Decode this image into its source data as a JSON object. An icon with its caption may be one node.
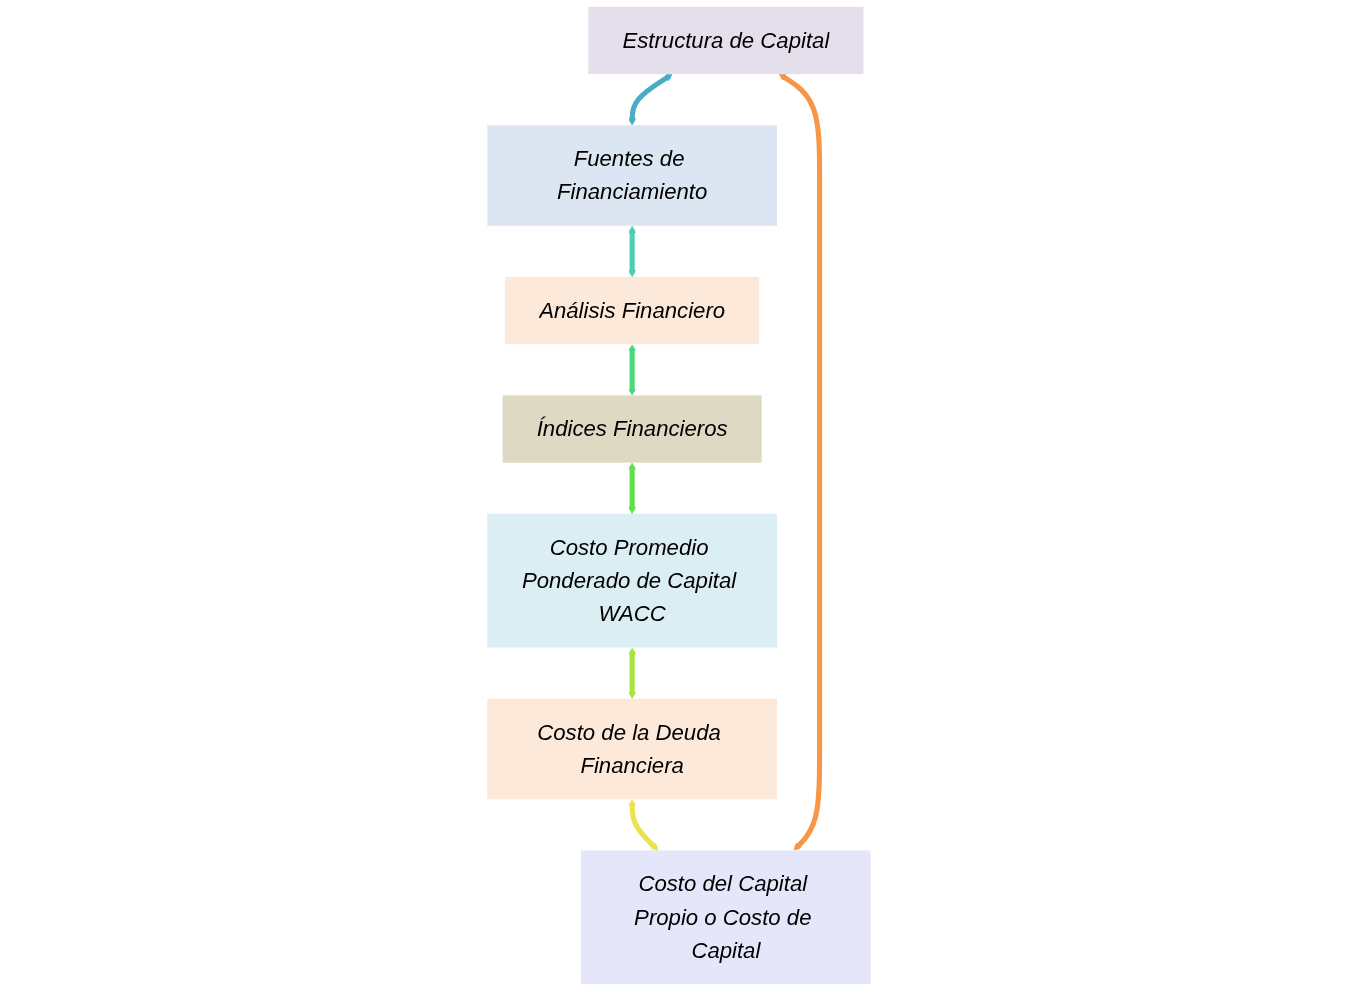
{
  "diagram": {
    "nodes": [
      {
        "text": [
          "Estructura de Capital"
        ]
      },
      {
        "text": [
          "Fuentes de Financiamiento"
        ]
      },
      {
        "text": [
          "Análisis Financiero"
        ]
      },
      {
        "text": [
          "Índices Financieros"
        ]
      },
      {
        "text": [
          "Costo Promedio Ponderado de Capital WACC"
        ]
      },
      {
        "text": [
          "Costo de la Deuda Financiera"
        ]
      },
      {
        "text": [
          "Costo del Capital Propio o Costo de Capital"
        ]
      }
    ],
    "edges": [
      {
        "from": 0,
        "to": 1,
        "arrow": "both",
        "color": "#4bacc6"
      },
      {
        "from": 1,
        "to": 2,
        "arrow": "both",
        "color": "#4bcfb0"
      },
      {
        "from": 2,
        "to": 3,
        "arrow": "both",
        "color": "#4cd977"
      },
      {
        "from": 3,
        "to": 4,
        "arrow": "both",
        "color": "#5ee04a"
      },
      {
        "from": 4,
        "to": 5,
        "arrow": "both",
        "color": "#a8e33f"
      },
      {
        "from": 5,
        "to": 6,
        "arrow": "both",
        "color": "#ece24a"
      },
      {
        "from": 6,
        "to": 0,
        "arrow": "both",
        "color": "#f79646"
      }
    ]
  }
}
